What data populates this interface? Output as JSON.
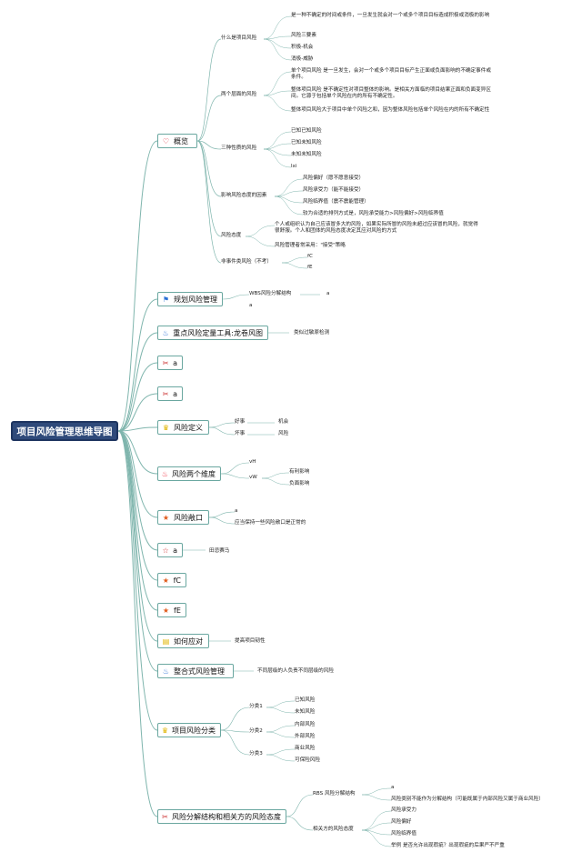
{
  "root": {
    "title": "项目风险管理思维导图"
  },
  "branches": {
    "b1": {
      "label": "概览",
      "icon": "heart-icon"
    },
    "b2": {
      "label": "规划风险管理",
      "icon": "flag-icon"
    },
    "b3": {
      "label": "重点风险定量工具:龙卷风图",
      "icon": "flame-icon"
    },
    "b4": {
      "label": "a",
      "icon": "tools-icon"
    },
    "b5": {
      "label": "a",
      "icon": "tools-icon"
    },
    "b6": {
      "label": "风险定义",
      "icon": "trophy-icon"
    },
    "b7": {
      "label": "风险两个维度",
      "icon": "fire-icon"
    },
    "b8": {
      "label": "风险敞口",
      "icon": "star-icon"
    },
    "b9": {
      "label": "a",
      "icon": "star-outline-icon"
    },
    "b10": {
      "label": "fC",
      "icon": "star-icon"
    },
    "b11": {
      "label": "fE",
      "icon": "star-icon"
    },
    "b12": {
      "label": "如何应对",
      "icon": "note-icon"
    },
    "b13": {
      "label": "整合式风险管理",
      "icon": "flame-icon"
    },
    "b14": {
      "label": "项目风险分类",
      "icon": "trophy-icon"
    },
    "b15": {
      "label": "风险分解结构和相关方的风险态度",
      "icon": "tools-icon"
    }
  },
  "overview": {
    "what": "什么是项目风险",
    "what_items": [
      "是一种不确定的时间或条件，一旦发生就会对一个或多个项目目标造成积极或消极的影响",
      "风险三要素",
      "积极-机会",
      "消极-威胁"
    ],
    "levels": "两个层面的风险",
    "levels_items": [
      "单个项目风险 是一旦发生，会对一个或多个项目目标产生正面或负面影响的不确定事件或条件。",
      "整体项目风险 是不确定性对项目整体的影响。是相关方面临的项目结果正面和负面变异区间。它源于包括单个风险在内的所有不确定性。",
      "整体项目风险大于项目中单个风险之和，因为整体风险包括单个风险在内的所有不确定性"
    ],
    "three": "三种性质的风险",
    "three_items": [
      "已知已知风险",
      "已知未知风险",
      "未知未知风险",
      "lxi"
    ],
    "attitude": "影响风险态度的因素",
    "attitude_items": [
      "风险偏好（愿不愿意接受）",
      "风险承受力（能不能接受）",
      "风险临界值（震不震能管理）",
      "较为合适的排列方式是，风险承受能力>风险偏好>风险临界值"
    ],
    "stance": "风险态度",
    "stance_items": [
      "个人或组织认为自己应该冒多大的风险，如果实际所冒的风险未超过应该冒的风险，就觉得很舒服。个人和团体的风险态度决定其应对风险的方式",
      "风险管理者常采用：\"接受\"策略"
    ],
    "nonevent": "非事件类风险（不考）",
    "nonevent_items": [
      "fC",
      "fE"
    ]
  },
  "plan": {
    "wbs": "WBS风险分解结构",
    "a1": "a",
    "a2": "a"
  },
  "tornado": {
    "desc": "类似过敏原检测"
  },
  "definition": {
    "good": "好事",
    "good_val": "机会",
    "bad": "坏事",
    "bad_val": "风险"
  },
  "dimensions": {
    "vh": "vH",
    "vw": "vW",
    "pos": "有利影响",
    "neg": "负面影响"
  },
  "exposure": {
    "a": "a",
    "desc": "应当保持一些风险敞口是正常的"
  },
  "b9_desc": "田忌赛马",
  "respond": {
    "desc": "提高项目韧性"
  },
  "integrated": {
    "desc": "不同层级的人负责不同层级的风险"
  },
  "classify": {
    "c1": "分类1",
    "c1_items": [
      "已知风险",
      "未知风险"
    ],
    "c2": "分类2",
    "c2_items": [
      "内部风险",
      "外部风险"
    ],
    "c3": "分类3",
    "c3_items": [
      "商业风险",
      "可保险风险"
    ]
  },
  "rbs": {
    "rbs": "RBS 风险分解结构",
    "rbs_items": [
      "a",
      "风险类别不能作为分解结构（可能既属于内部风险又属于商业风险）"
    ],
    "stakeholder": "相关方的风险态度",
    "stakeholder_items": [
      "风险承受力",
      "风险偏好",
      "风险临界值",
      "举例 是否允许出现瑕疵？出现瑕疵的后果严不严重"
    ]
  },
  "colors": {
    "root": "#2f4a7a",
    "line": "#7fb5ad",
    "border": "#6aa7a0"
  }
}
